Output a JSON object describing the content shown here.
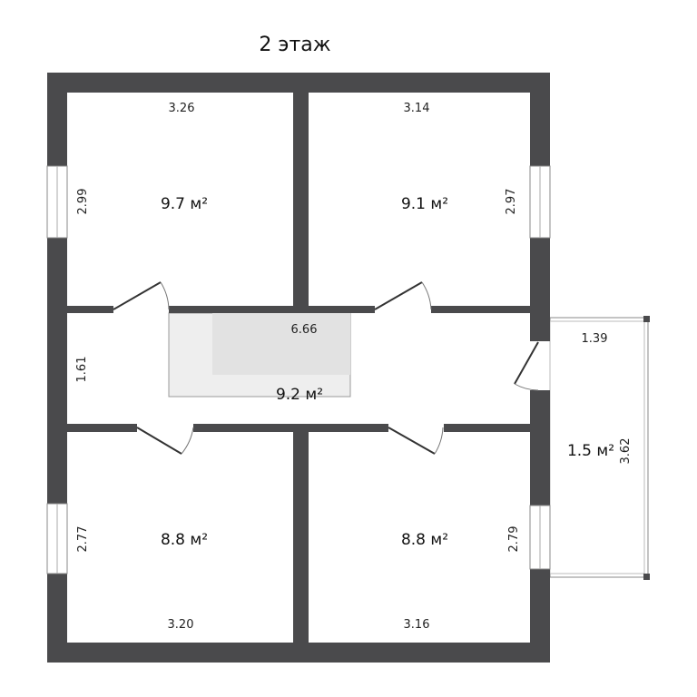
{
  "title": "2 этаж",
  "rooms": [
    {
      "id": "top-left",
      "area": "9.7 м²",
      "width": "3.26",
      "height": "2.99"
    },
    {
      "id": "top-right",
      "area": "9.1 м²",
      "width": "3.14",
      "height": "2.97"
    },
    {
      "id": "corridor",
      "area": "9.2 м²",
      "width": "6.66",
      "height": "1.61"
    },
    {
      "id": "bottom-left",
      "area": "8.8 м²",
      "width": "3.20",
      "height": "2.77"
    },
    {
      "id": "bottom-right",
      "area": "8.8 м²",
      "width": "3.16",
      "height": "2.79"
    },
    {
      "id": "balcony",
      "area": "1.5 м²",
      "width": "1.39",
      "height": "3.62"
    }
  ],
  "colors": {
    "wall": "#4a4a4c",
    "stair": "#e6e6e6"
  }
}
